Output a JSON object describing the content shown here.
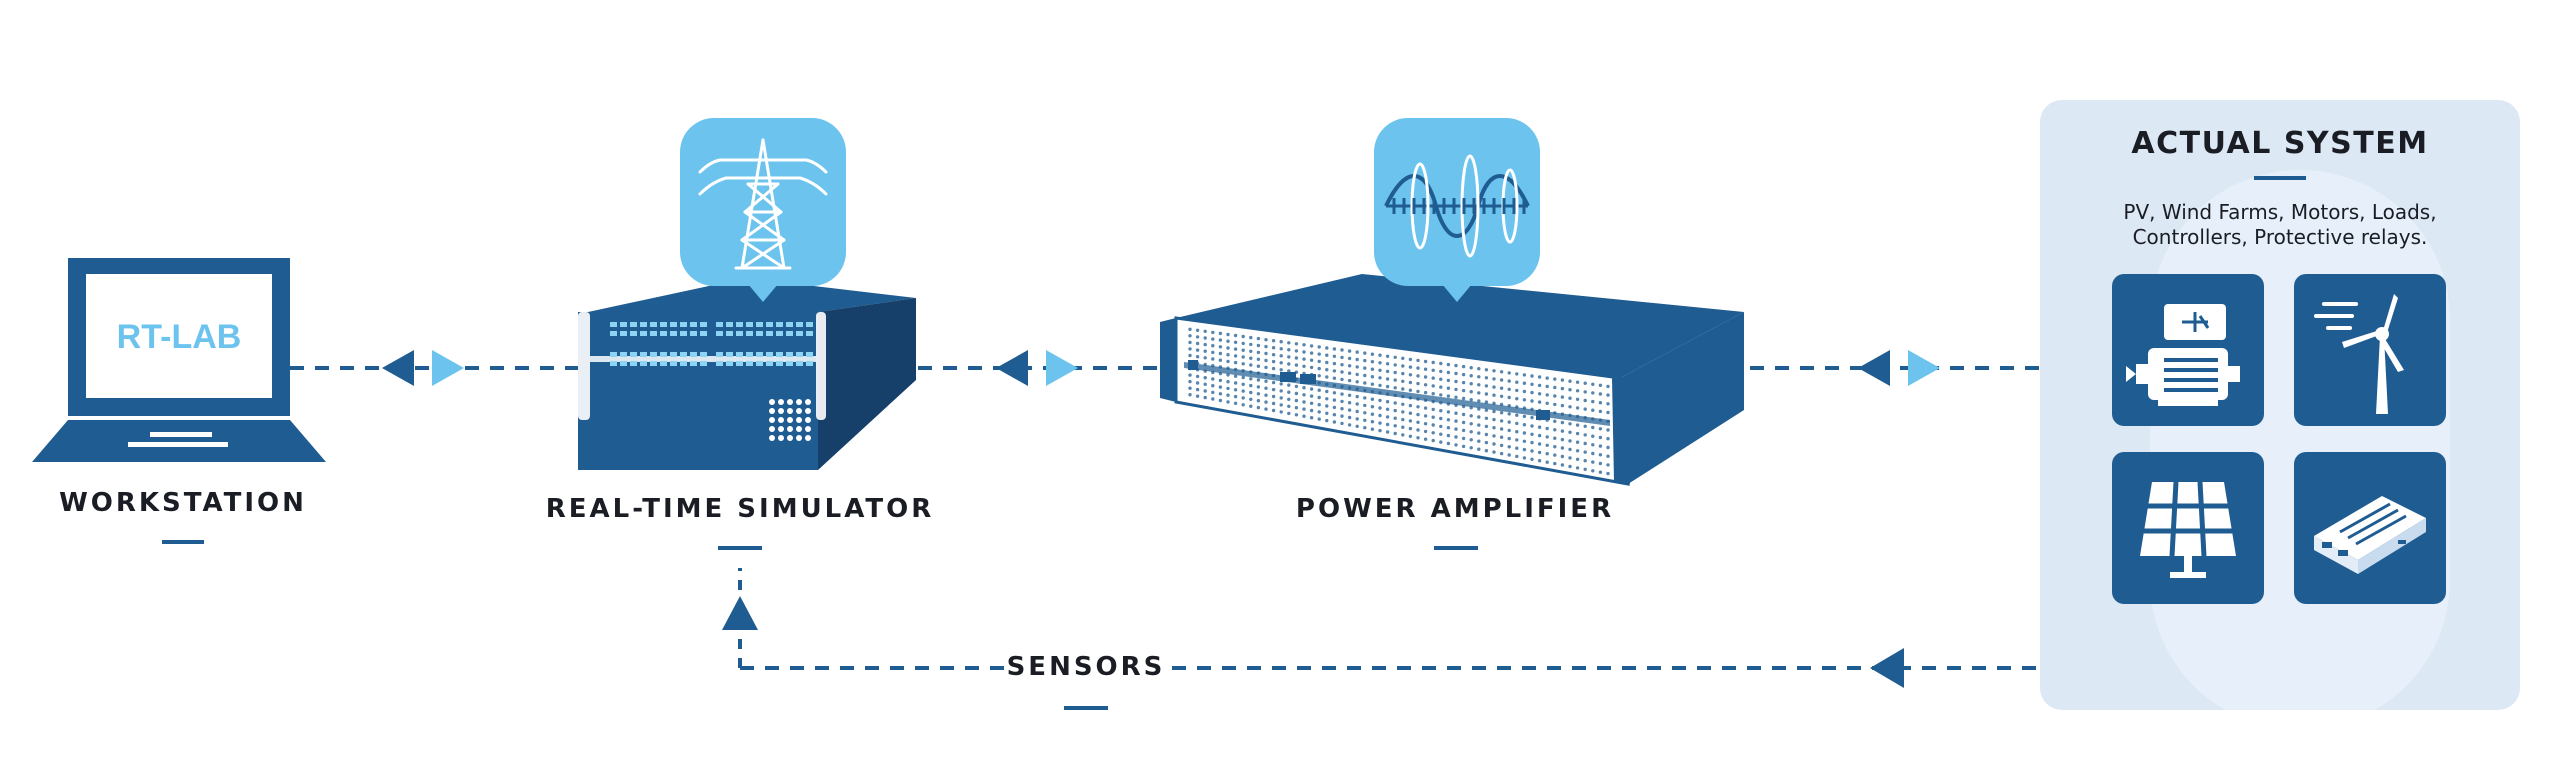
{
  "diagram": {
    "nodes": {
      "workstation": {
        "label": "WORKSTATION",
        "screen_text": "RT-LAB"
      },
      "simulator": {
        "label": "REAL-TIME SIMULATOR",
        "icon": "power-tower-icon"
      },
      "amplifier": {
        "label": "POWER AMPLIFIER",
        "icon": "sine-wave-icon"
      },
      "actual_system": {
        "title": "ACTUAL SYSTEM",
        "description_line1": "PV, Wind Farms, Motors, Loads,",
        "description_line2": "Controllers, Protective relays.",
        "tiles": [
          "motor-icon",
          "wind-turbine-icon",
          "solar-panel-icon",
          "controller-box-icon"
        ]
      }
    },
    "feedback": {
      "label": "SENSORS"
    },
    "colors": {
      "dark_blue": "#1f5c92",
      "light_blue": "#6cc4ee",
      "panel_bg": "#dde8f5",
      "text": "#1a1d24"
    }
  }
}
